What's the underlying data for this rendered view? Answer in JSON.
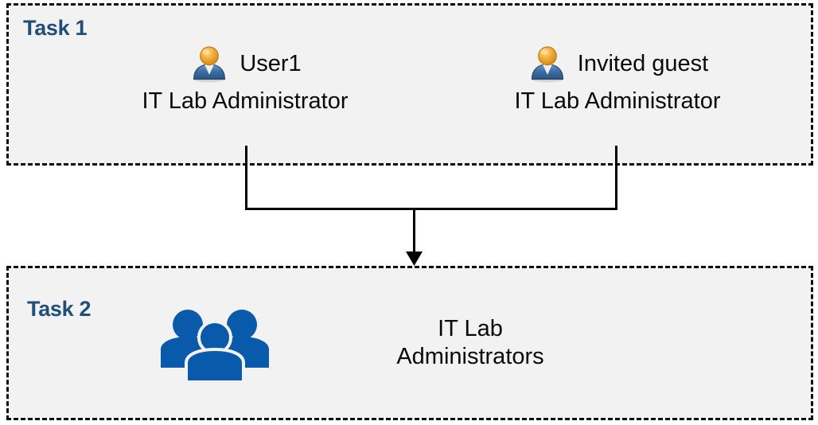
{
  "diagram": {
    "title_color": "#1F4E79",
    "box_fill": "#F2F2F2",
    "box_border_color": "#0D0D0D",
    "icon_blue": "#0A5AAB",
    "canvas_background": "#FFFFFF"
  },
  "task1": {
    "label": "Task 1",
    "members": [
      {
        "icon": "user-icon",
        "name": "User1",
        "role": "IT Lab Administrator"
      },
      {
        "icon": "user-icon",
        "name": "Invited guest",
        "role": "IT Lab Administrator"
      }
    ]
  },
  "task2": {
    "label": "Task 2",
    "group": {
      "icon": "user-group-icon",
      "name_line1": "IT Lab",
      "name_line2": "Administrators"
    }
  },
  "connector": {
    "type": "merge-arrow",
    "from": [
      "User1",
      "Invited guest"
    ],
    "to": "IT Lab Administrators",
    "color": "#000000"
  }
}
